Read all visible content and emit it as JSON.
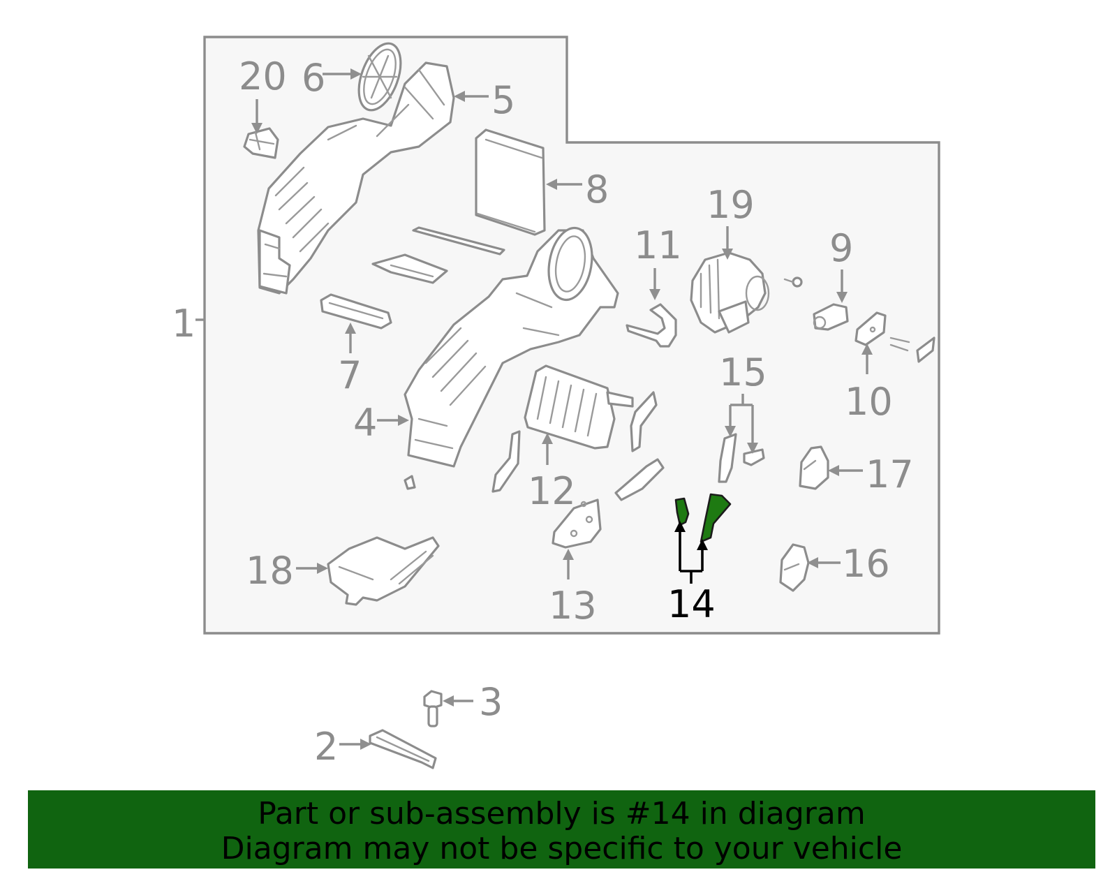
{
  "diagram": {
    "highlight_color": "#106410",
    "highlighted_part": "14",
    "callouts": [
      "1",
      "2",
      "3",
      "4",
      "5",
      "6",
      "7",
      "8",
      "9",
      "10",
      "11",
      "12",
      "13",
      "14",
      "15",
      "16",
      "17",
      "18",
      "19",
      "20"
    ]
  },
  "banner": {
    "line1": "Part or sub-assembly is #14 in diagram",
    "line2": "Diagram may not be specific to your vehicle"
  }
}
